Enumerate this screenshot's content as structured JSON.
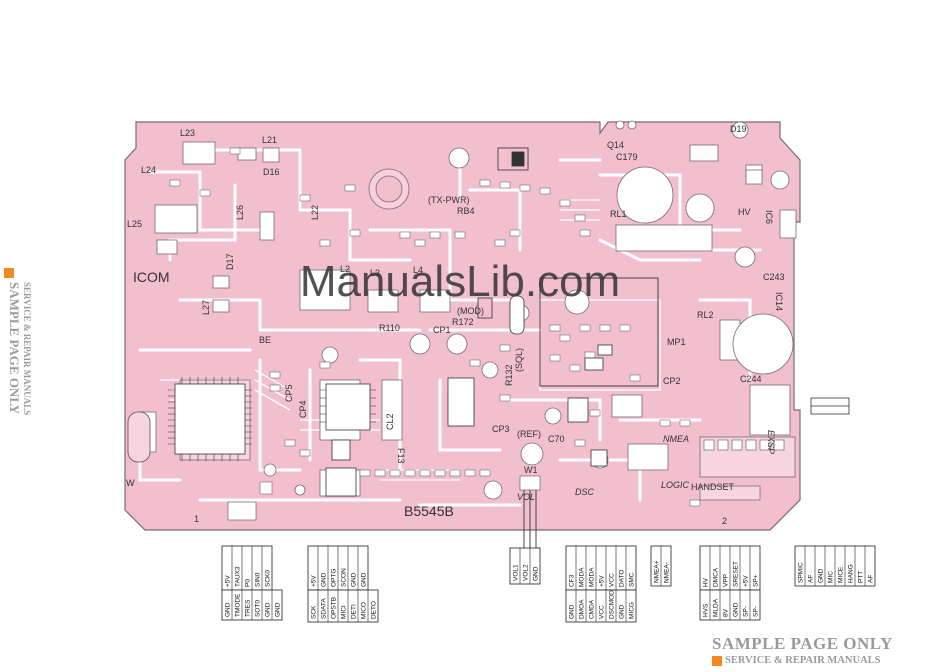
{
  "board": {
    "model": "B5545B",
    "brand": "ICOM",
    "watermark_center": "ManualsLib.com"
  },
  "component_labels": {
    "L23": "L23",
    "L21": "L21",
    "L24": "L24",
    "L25": "L25",
    "L22": "L22",
    "L26": "L26",
    "L27": "L27",
    "L2": "L2",
    "L3": "L3",
    "L4": "L4",
    "D16": "D16",
    "D17": "D17",
    "D19": "D19",
    "Q14": "Q14",
    "C179": "C179",
    "RL1": "RL1",
    "RL2": "RL2",
    "HV": "HV",
    "IC6": "IC6",
    "C243": "C243",
    "IC14": "IC14",
    "C244": "C244",
    "MP1": "MP1",
    "CP2": "CP2",
    "CP3": "CP3",
    "CP1": "CP1",
    "CP4": "CP4",
    "CP5": "CP5",
    "R110": "R110",
    "R172": "R172",
    "RB4": "RB4",
    "R132": "R132",
    "TX_PWR": "(TX-PWR)",
    "MOD": "(MOD)",
    "SQL": "(SQL)",
    "REF": "(REF)",
    "C70": "C70",
    "BE": "BE",
    "DSC": "DSC",
    "NMEA": "NMEA",
    "LOGIC": "LOGIC",
    "HANDSET": "HANDSET",
    "EXSP": "EXSP",
    "J1": "1",
    "J2": "2",
    "W": "W",
    "CL2": "CL2",
    "F13": "F13",
    "W1": "W1",
    "VOL": "VOL"
  },
  "connectors": {
    "j1": {
      "top": [
        "+5V",
        "TAUX3",
        "P0",
        "SIN0",
        "SCK0"
      ],
      "bottom": [
        "GND",
        "TMODE",
        "TRES",
        "SOT0",
        "GND",
        "GND"
      ]
    },
    "j2": {
      "top": [
        "+5V",
        "GND",
        "OPTG",
        "SCON",
        "GND",
        "GND"
      ],
      "bottom": [
        "SCK",
        "SDATA",
        "OPSTB",
        "MICI",
        "DETI",
        "MICO",
        "DETO"
      ]
    },
    "vol": [
      "VOL1",
      "VOL2",
      "GND"
    ],
    "j3": {
      "top": [
        "CF3",
        "MODA",
        "MODA",
        "+5V",
        "VCC",
        "DATO",
        "SMC"
      ],
      "bottom": [
        "GND",
        "DMOA",
        "CMDA",
        "VCC",
        "DSCMOD",
        "GND",
        "MICG"
      ]
    },
    "j4": [
      "NMEA+",
      "NMEA-"
    ],
    "j5": {
      "top": [
        "HV",
        "DMCA",
        "VPP",
        "SRESET",
        "+5V",
        "SP+"
      ],
      "bottom": [
        "HVS",
        "MLDA",
        "8V",
        "GND",
        "SP-",
        "SP-"
      ]
    },
    "j6": [
      "SPMIC",
      "AF",
      "GND",
      "MIC",
      "MICE",
      "HANG",
      "PTT",
      "AF"
    ]
  },
  "footer": {
    "line1": "SAMPLE PAGE ONLY",
    "line2": "SERVICE & REPAIR MANUALS"
  },
  "side_watermark": {
    "line1": "SAMPLE PAGE ONLY",
    "line2": "SERVICE & REPAIR MANUALS"
  },
  "colors": {
    "board": "#f2bfcf",
    "board_edge": "#7a6a70",
    "trace": "#ffffff",
    "ink": "#333333",
    "watermark": "#c7d0f0",
    "stamp_orange": "#f08a1c"
  }
}
